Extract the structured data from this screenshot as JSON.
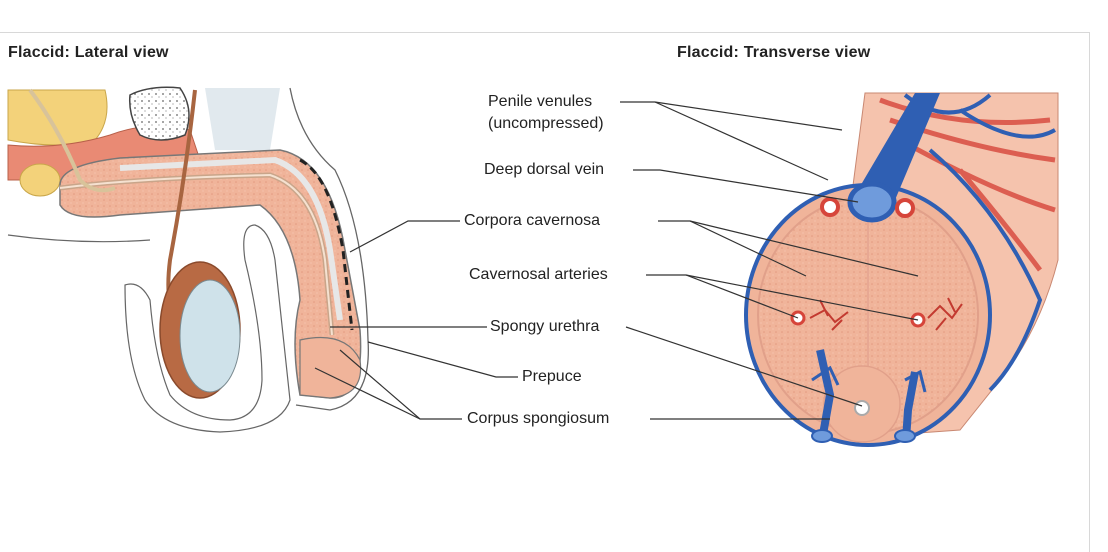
{
  "titles": {
    "lateral": "Flaccid: Lateral view",
    "transverse": "Flaccid: Transverse view"
  },
  "labels": {
    "penile_venules": [
      "Penile venules",
      "(uncompressed)"
    ],
    "deep_dorsal_vein": "Deep dorsal vein",
    "corpora_cavernosa": "Corpora cavernosa",
    "cavernosal_arteries": "Cavernosal arteries",
    "spongy_urethra": "Spongy urethra",
    "prepuce": "Prepuce",
    "corpus_spongiosum": "Corpus spongiosum"
  },
  "colors": {
    "tissue": "#f0b49a",
    "tissue_dark": "#e8987c",
    "vein": "#2f5fb3",
    "vein_light": "#6f9bdc",
    "artery": "#d6453a",
    "testis": "#b86a44",
    "testis_inner": "#cfe2ea",
    "bladder": "#f3d27a",
    "outline": "#555555",
    "leader": "#333333"
  }
}
